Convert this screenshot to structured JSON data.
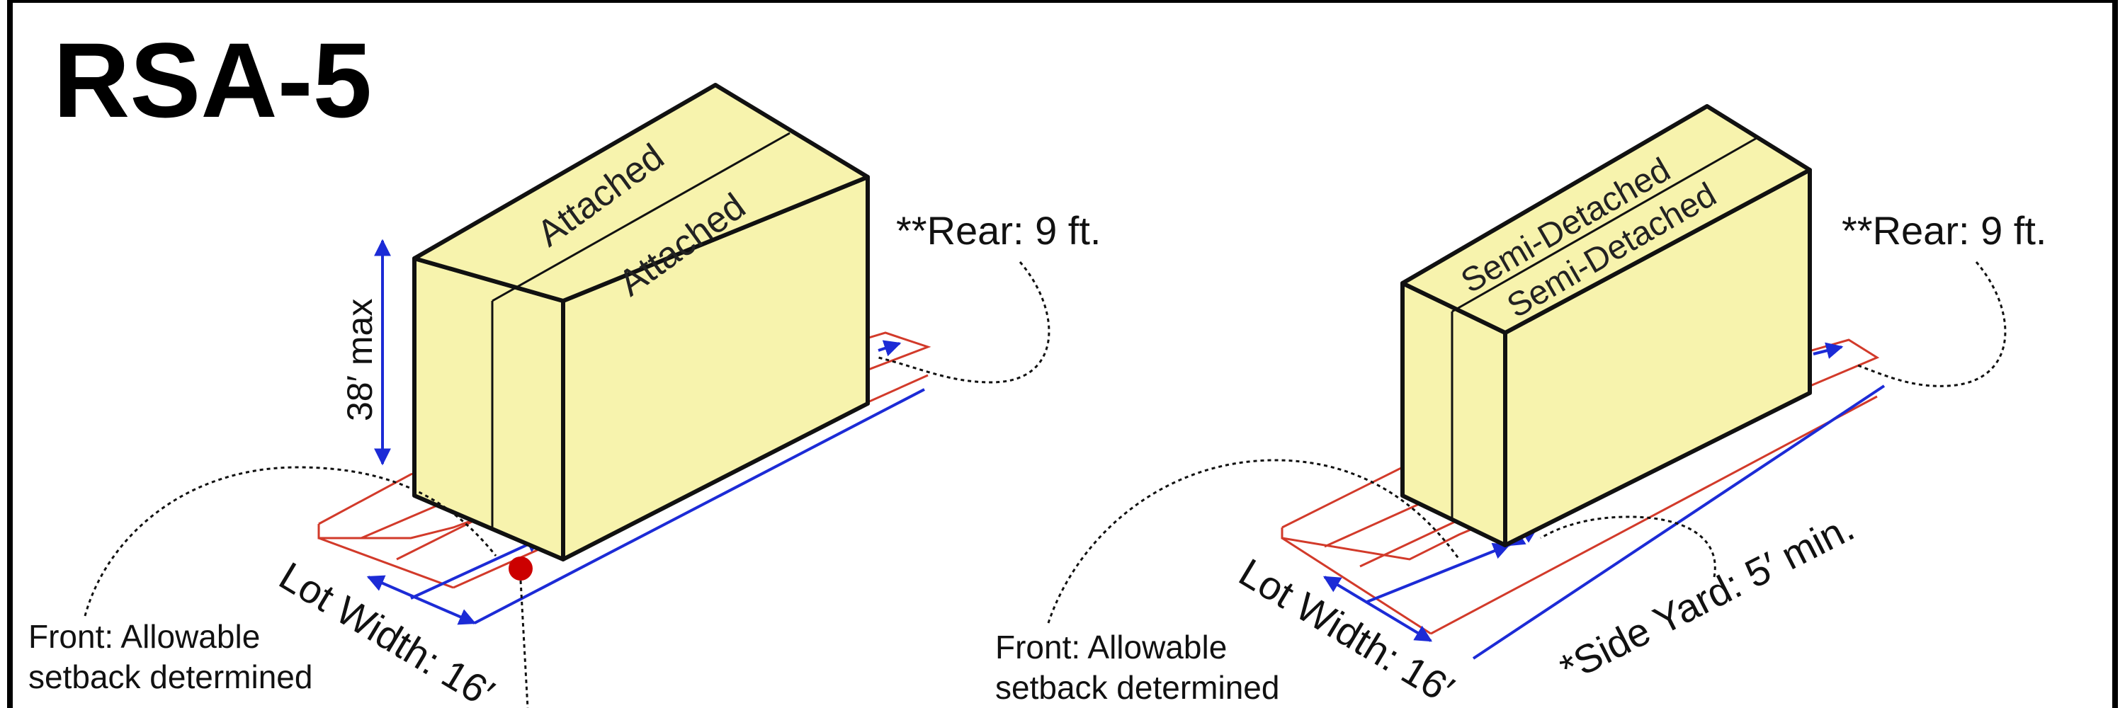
{
  "page": {
    "title": "RSA-5"
  },
  "diagrams": {
    "attached": {
      "labels": {
        "building_front": "Attached",
        "building_back": "Attached",
        "height": "38′ max",
        "rear": "**Rear: 9 ft.",
        "lot_width": "Lot Width: 16′",
        "front_line1": "Front: Allowable",
        "front_line2": "setback determined"
      }
    },
    "semi_detached": {
      "labels": {
        "building_front": "Semi-Detached",
        "building_back": "Semi-Detached",
        "rear": "**Rear: 9 ft.",
        "lot_width": "Lot Width: 16′",
        "side_yard": "*Side Yard: 5′ min.",
        "front_line1": "Front: Allowable",
        "front_line2": "setback determined"
      }
    }
  },
  "colors": {
    "building_fill": "#f7f3ad",
    "building_stroke": "#111111",
    "lot_red": "#d23a2a",
    "dim_blue": "#1c2bd6",
    "marker_red": "#cc0000"
  }
}
